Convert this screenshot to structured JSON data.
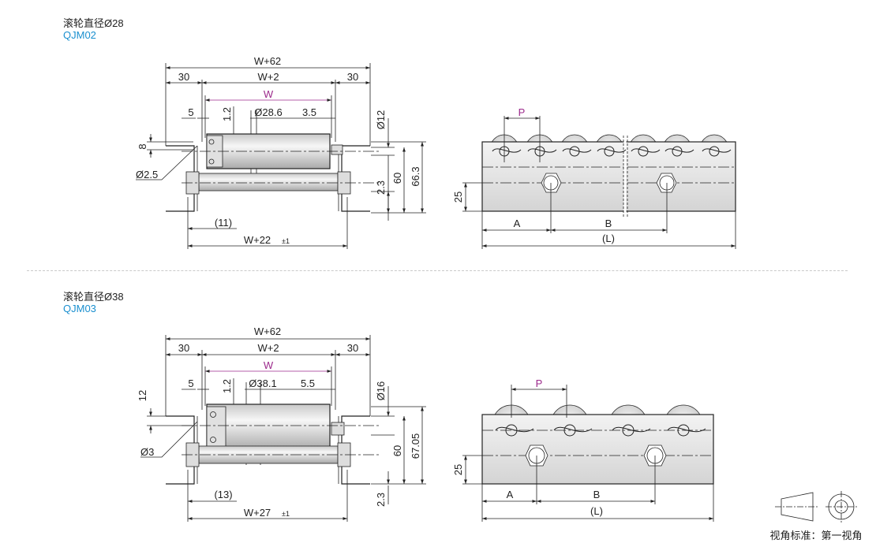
{
  "sections": [
    {
      "title": "滚轮直径Ø28",
      "code": "QJM02",
      "dims": {
        "w62": "W+62",
        "w2": "W+2",
        "w": "W",
        "side_l": "30",
        "side_r": "30",
        "d5": "5",
        "d12_top": "1.2",
        "dia_roller": "Ø28.6",
        "d35": "3.5",
        "dia_shaft": "Ø12",
        "d8": "8",
        "dia_pin": "Ø2.5",
        "d23": "2.3",
        "d60": "60",
        "height": "66.3",
        "d_paren": "(11)",
        "w22": "W+22",
        "tol": "±1",
        "p": "P",
        "d25": "25",
        "a": "A",
        "b": "B",
        "l": "(L)"
      }
    },
    {
      "title": "滚轮直径Ø38",
      "code": "QJM03",
      "dims": {
        "w62": "W+62",
        "w2": "W+2",
        "w": "W",
        "side_l": "30",
        "side_r": "30",
        "d5": "5",
        "d12_top": "1.2",
        "dia_roller": "Ø38.1",
        "d55": "5.5",
        "dia_shaft": "Ø16",
        "d12": "12",
        "dia_pin": "Ø3",
        "d23": "2.3",
        "d60": "60",
        "height": "67.05",
        "d_paren": "(13)",
        "w27": "W+27",
        "tol": "±1",
        "p": "P",
        "d25": "25",
        "a": "A",
        "b": "B",
        "l": "(L)"
      }
    }
  ],
  "legend": {
    "label": "视角标准：第一视角"
  },
  "colors": {
    "accent_blue": "#1a8fcf",
    "purple": "#9c2a8c",
    "line": "#222222"
  }
}
